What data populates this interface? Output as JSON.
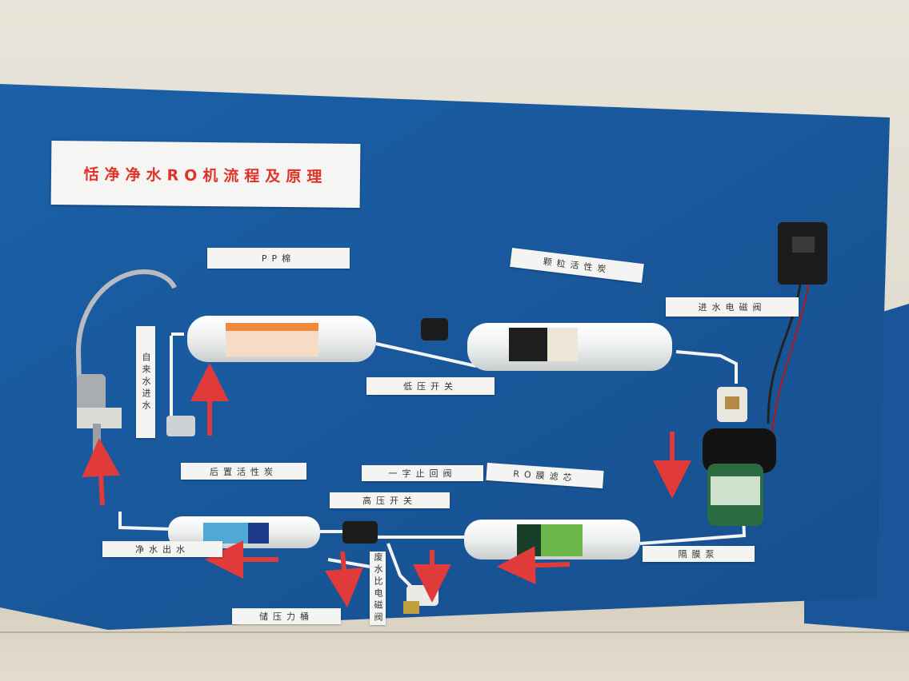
{
  "board": {
    "title": "恬净净水RO机流程及原理",
    "labels": {
      "pp": "PP棉",
      "carbon_granular": "颗粒活性炭",
      "inlet_valve": "进水电磁阀",
      "tap_water_in": "自来水进水",
      "low_pressure_switch": "低压开关",
      "post_carbon": "后置活性炭",
      "check_valve": "一字止回阀",
      "ro_membrane": "RO膜滤芯",
      "high_pressure_switch": "高压开关",
      "pure_water_out": "净水出水",
      "pump": "隔膜泵",
      "waste_valve": "废水比电磁阀",
      "pressure_tank": "储压力桶"
    }
  },
  "colors": {
    "board": "#1a5fa6",
    "arrow": "#e03a3a",
    "title_text": "#e2332b"
  }
}
